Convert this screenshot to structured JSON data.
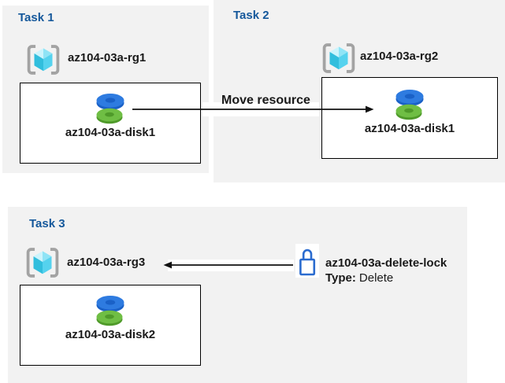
{
  "colors": {
    "page_bg": "#ffffff",
    "panel_bg": "#f2f2f2",
    "title_blue": "#15589b",
    "text_black": "#1a1a1a",
    "box_border": "#000000",
    "arrow_black": "#111111",
    "lock_blue": "#2a6bcf",
    "bracket_gray": "#a3a3a3",
    "cube_top_left": "#ccf4fc",
    "cube_top_right": "#8fe4f6",
    "cube_left": "#31bedd",
    "cube_right": "#55d2ee",
    "disk_blue_top": "#2e7be0",
    "disk_blue_dark": "#1a61c7",
    "disk_green_top": "#6fbe44",
    "disk_green_dark": "#4f9a2a"
  },
  "tasks": [
    {
      "title": "Task 1",
      "resource_group": "az104-03a-rg1",
      "resource": "az104-03a-disk1"
    },
    {
      "title": "Task 2",
      "resource_group": "az104-03a-rg2",
      "resource": "az104-03a-disk1"
    },
    {
      "title": "Task 3",
      "resource_group": "az104-03a-rg3",
      "resource": "az104-03a-disk2"
    }
  ],
  "annotations": {
    "move_arrow_label": "Move resource",
    "lock": {
      "name": "az104-03a-delete-lock",
      "type_label": "Type:",
      "type_value": "Delete"
    }
  },
  "icons": {
    "resource_group": "resource-group-icon",
    "disk": "disk-icon",
    "lock": "lock-icon",
    "move_arrow": "arrow-right-icon",
    "lock_arrow": "arrow-left-icon"
  }
}
